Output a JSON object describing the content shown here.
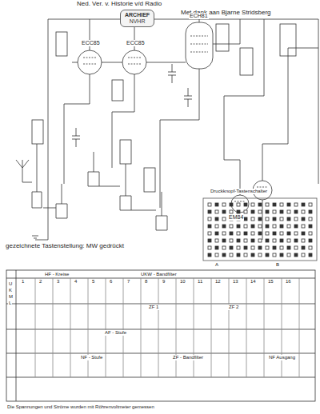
{
  "diagram": {
    "nodes": [
      {
        "text": [
          "ARCHIEF",
          "NVHR"
        ]
      }
    ],
    "labels": [
      "Ned. Ver. v. Historie v/d Radio",
      "Met dank aan Bjarne Stridsberg",
      "ECC85",
      "ECC85",
      "ECH81",
      "EM84",
      "gezeichnete Tastenstellung: MW gedrückt",
      "Druckknopf-Tastenschalter",
      "A",
      "B",
      "HF - Kreise",
      "UKW - Bandfilter",
      "ZF 1",
      "ZF 2",
      "AF - Stufe",
      "NF - Stufe",
      "ZF - Bandfilter",
      "NF Ausgang",
      "U",
      "K",
      "M",
      "L",
      "Die Spannungen und Ströme wurden mit Röhrenvoltmeter gemessen",
      "1",
      "2",
      "3",
      "4",
      "5",
      "6",
      "7",
      "8",
      "9",
      "10",
      "11",
      "12",
      "13",
      "14",
      "15",
      "16"
    ]
  }
}
